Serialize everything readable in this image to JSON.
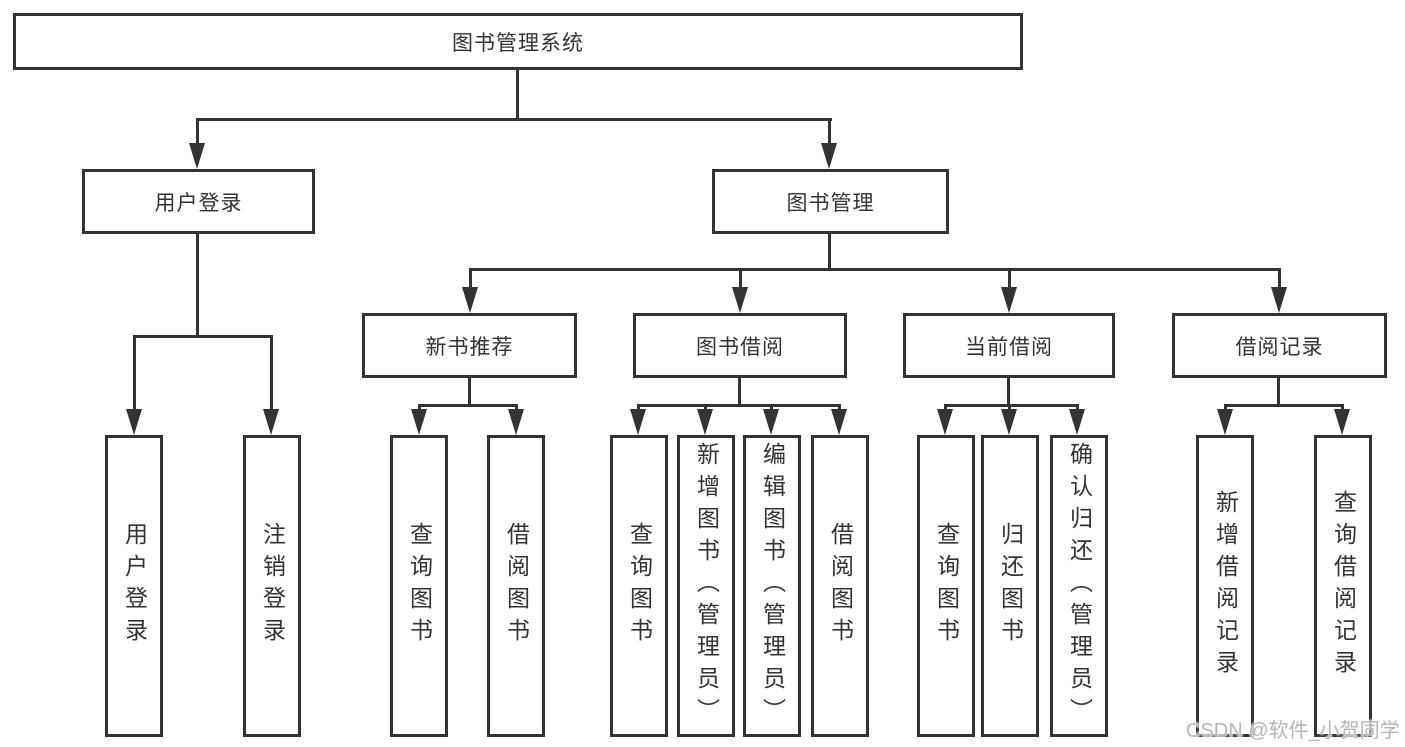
{
  "diagram": {
    "title": "图书管理系统",
    "watermark": "CSDN @软件_小贺同学",
    "colors": {
      "line": "#333333",
      "box_border": "#333333",
      "box_fill": "#ffffff",
      "text": "#333333",
      "watermark": "#b5b5b5",
      "background": "#ffffff"
    },
    "root": {
      "label": "图书管理系统"
    },
    "level2": [
      {
        "label": "用户登录"
      },
      {
        "label": "图书管理"
      }
    ],
    "level3": [
      {
        "label": "新书推荐"
      },
      {
        "label": "图书借阅"
      },
      {
        "label": "当前借阅"
      },
      {
        "label": "借阅记录"
      }
    ],
    "leaves": {
      "user_login": [
        {
          "label": "用户登录"
        },
        {
          "label": "注销登录"
        }
      ],
      "new_book": [
        {
          "label": "查询图书"
        },
        {
          "label": "借阅图书"
        }
      ],
      "book_borrow": [
        {
          "label": "查询图书"
        },
        {
          "label": "新增图书（管理员）"
        },
        {
          "label": "编辑图书（管理员）"
        },
        {
          "label": "借阅图书"
        }
      ],
      "current_borrow": [
        {
          "label": "查询图书"
        },
        {
          "label": "归还图书"
        },
        {
          "label": "确认归还（管理员）"
        }
      ],
      "borrow_record": [
        {
          "label": "新增借阅记录"
        },
        {
          "label": "查询借阅记录"
        }
      ]
    }
  }
}
